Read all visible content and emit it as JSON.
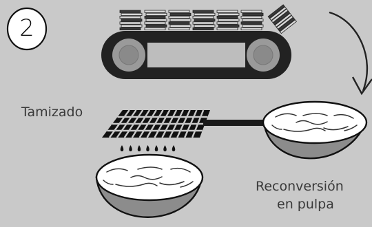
{
  "step": {
    "number": "2"
  },
  "labels": {
    "screening": "Tamizado",
    "repulping_line1": "Reconversión",
    "repulping_line2": "en pulpa"
  },
  "colors": {
    "background": "#c9c9c9",
    "ink": "#1a1a1a",
    "belt": "#222222",
    "wheel": "#9a9a9a",
    "pulp": "#ffffff",
    "bowl": "#8c8c8c",
    "paper_light": "#d8d8d8",
    "paper_dark": "#3a3a3a"
  },
  "icons": [
    "step-number-circle",
    "conveyor-belt-icon",
    "paper-stack-icon",
    "curved-arrow-icon",
    "screen-mesh-icon",
    "drip-drops-icon",
    "pulp-bowl-icon"
  ]
}
